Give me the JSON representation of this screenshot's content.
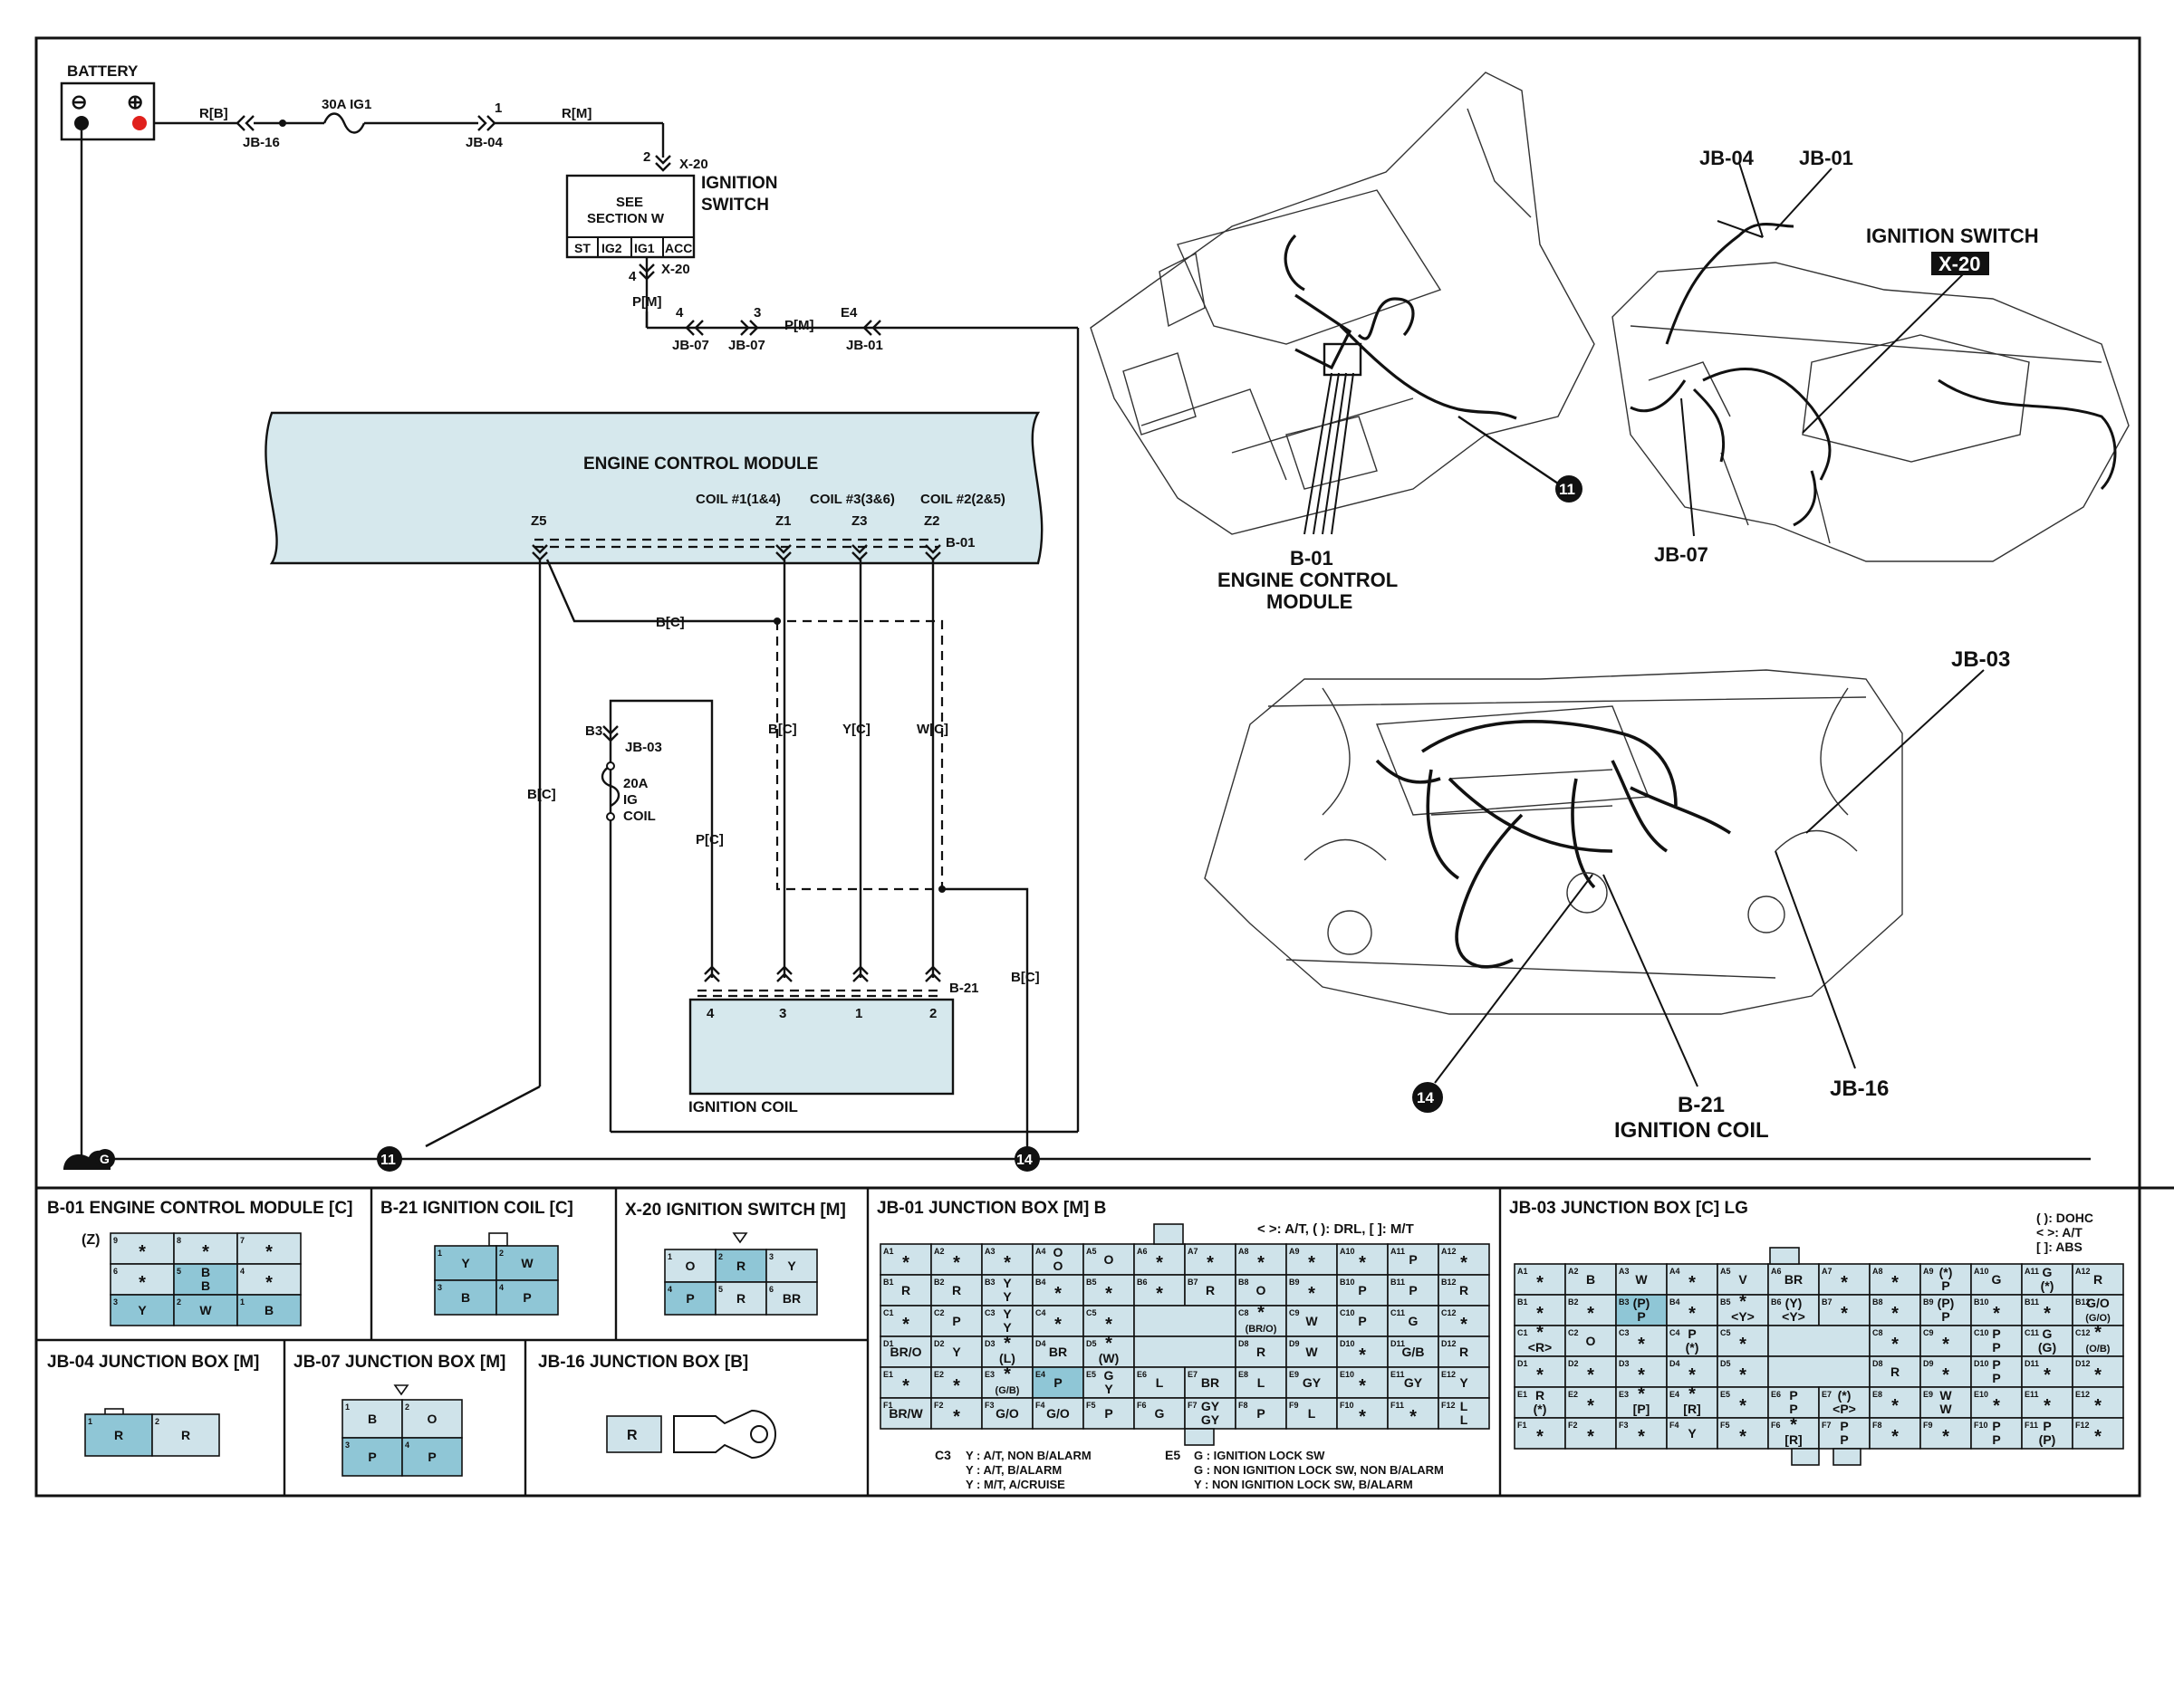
{
  "battery": {
    "title": "BATTERY",
    "neg": "⊖",
    "pos": "⊕"
  },
  "feed": {
    "w1": "R[B]",
    "jb16": "JB-16",
    "fuse": "30A IG1",
    "pin1": "1",
    "jb04": "JB-04",
    "w2": "R[M]",
    "pin2": "2",
    "x20a": "X-20",
    "ign": "IGNITION",
    "sw": "SWITCH",
    "see1": "SEE",
    "see2": "SECTION W",
    "st": "ST",
    "ig2": "IG2",
    "ig1": "IG1",
    "acc": "ACC",
    "pin4": "4",
    "x20b": "X-20",
    "w3": "P[M]",
    "p4": "4",
    "jb07a": "JB-07",
    "p3": "3",
    "jb07b": "JB-07",
    "w4": "P[M]",
    "e4": "E4",
    "jb01": "JB-01"
  },
  "ecm": {
    "title": "ENGINE CONTROL MODULE",
    "coil1": "COIL #1(1&4)",
    "coil3": "COIL #3(3&6)",
    "coil2": "COIL #2(2&5)",
    "z5": "Z5",
    "z1": "Z1",
    "z3": "Z3",
    "z2": "Z2",
    "b01": "B-01"
  },
  "wires": {
    "bc1": "B[C]",
    "bc2": "B[C]",
    "bc3": "B[C]",
    "yc": "Y[C]",
    "wc": "W[C]",
    "pc": "P[C]",
    "bc4": "B[C]",
    "b3": "B3",
    "jb03": "JB-03",
    "fuse2a": "20A",
    "fuse2b": "IG",
    "fuse2c": "COIL",
    "b21": "B-21"
  },
  "coil": {
    "title": "IGNITION COIL",
    "p4": "4",
    "p3": "3",
    "p1": "1",
    "p2": "2"
  },
  "ground": {
    "g": "G",
    "n11": "11",
    "n14": "14"
  },
  "locator": {
    "b01a": "B-01",
    "b01b": "ENGINE CONTROL",
    "b01c": "MODULE",
    "c11": "11",
    "jb04": "JB-04",
    "jb01": "JB-01",
    "ign": "IGNITION SWITCH",
    "x20": "X-20",
    "jb07": "JB-07",
    "jb03": "JB-03",
    "c14": "14",
    "b21a": "B-21",
    "b21b": "IGNITION COIL",
    "jb16": "JB-16"
  },
  "panels": {
    "b01": {
      "title": "B-01 ENGINE CONTROL MODULE [C]",
      "z": "(Z)",
      "cells": [
        [
          "9",
          "*"
        ],
        [
          "8",
          "*"
        ],
        [
          "7",
          "*"
        ],
        [
          "6",
          "*"
        ],
        [
          "5",
          "B\nB"
        ],
        [
          "4",
          "*"
        ],
        [
          "3",
          "Y"
        ],
        [
          "2",
          "W"
        ],
        [
          "1",
          "B"
        ]
      ]
    },
    "b21": {
      "title": "B-21 IGNITION COIL [C]",
      "cells": [
        [
          "1",
          "Y"
        ],
        [
          "2",
          "W"
        ],
        [
          "3",
          "B"
        ],
        [
          "4",
          "P"
        ]
      ]
    },
    "x20": {
      "title": "X-20 IGNITION SWITCH [M]",
      "cells": [
        [
          "1",
          "O"
        ],
        [
          "2",
          "R"
        ],
        [
          "3",
          "Y"
        ],
        [
          "4",
          "P"
        ],
        [
          "5",
          "R"
        ],
        [
          "6",
          "BR"
        ]
      ]
    },
    "jb01": {
      "title": "JB-01 JUNCTION BOX [M] B",
      "legend": "< >: A/T, ( ): DRL, [ ]: M/T",
      "c3a": "C3",
      "c3b": "Y : A/T, NON B/ALARM",
      "c3c": "Y : A/T, B/ALARM",
      "c3d": "Y : M/T, A/CRUISE",
      "e5a": "E5",
      "e5b": "G : IGNITION LOCK SW",
      "e5c": "G : NON IGNITION LOCK SW, NON B/ALARM",
      "e5d": "Y : NON IGNITION LOCK SW, B/ALARM"
    },
    "jb03": {
      "title": "JB-03 JUNCTION BOX [C] LG",
      "l1": "( ): DOHC",
      "l2": "< >: A/T",
      "l3": "[ ]: ABS"
    },
    "jb04": {
      "title": "JB-04 JUNCTION BOX [M]",
      "cells": [
        [
          "1",
          "R"
        ],
        [
          "2",
          "R"
        ]
      ]
    },
    "jb07": {
      "title": "JB-07 JUNCTION BOX [M]",
      "cells": [
        [
          "1",
          "B"
        ],
        [
          "2",
          "O"
        ],
        [
          "3",
          "P"
        ],
        [
          "4",
          "P"
        ]
      ]
    },
    "jb16": {
      "title": "JB-16 JUNCTION BOX [B]",
      "cell": "R"
    }
  },
  "grids": {
    "jb01": [
      [
        [
          "A1",
          "*"
        ],
        [
          "A2",
          "*"
        ],
        [
          "A3",
          "*"
        ],
        [
          "A4",
          "O\nO"
        ],
        [
          "A5",
          "O"
        ],
        [
          "A6",
          "*"
        ],
        [
          "A7",
          "*"
        ],
        [
          "A8",
          "*"
        ],
        [
          "A9",
          "*"
        ],
        [
          "A10",
          "*"
        ],
        [
          "A11",
          "P"
        ],
        [
          "A12",
          "*"
        ]
      ],
      [
        [
          "B1",
          "R"
        ],
        [
          "B2",
          "R"
        ],
        [
          "B3",
          "Y\nY"
        ],
        [
          "B4",
          "*"
        ],
        [
          "B5",
          "*"
        ],
        [
          "B6",
          "*"
        ],
        [
          "B7",
          "R"
        ],
        [
          "B8",
          "O"
        ],
        [
          "B9",
          "*"
        ],
        [
          "B10",
          "P"
        ],
        [
          "B11",
          "P"
        ],
        [
          "B12",
          "R"
        ]
      ],
      [
        [
          "C1",
          "*"
        ],
        [
          "C2",
          "P"
        ],
        [
          "C3",
          "Y\nY"
        ],
        [
          "C4",
          "*"
        ],
        [
          "C5",
          "*"
        ],
        [
          "",
          ""
        ],
        [
          "",
          ""
        ],
        [
          "C8",
          "*\n(BR/O)"
        ],
        [
          "C9",
          "W"
        ],
        [
          "C10",
          "P"
        ],
        [
          "C11",
          "G"
        ],
        [
          "C12",
          "*"
        ]
      ],
      [
        [
          "D1",
          "BR/O"
        ],
        [
          "D2",
          "Y"
        ],
        [
          "D3",
          "*\n(L)"
        ],
        [
          "D4",
          "BR"
        ],
        [
          "D5",
          "*\n(W)"
        ],
        [
          "",
          ""
        ],
        [
          "",
          ""
        ],
        [
          "D8",
          "R"
        ],
        [
          "D9",
          "W"
        ],
        [
          "D10",
          "*"
        ],
        [
          "D11",
          "G/B"
        ],
        [
          "D12",
          "R"
        ]
      ],
      [
        [
          "E1",
          "*"
        ],
        [
          "E2",
          "*"
        ],
        [
          "E3",
          "*\n(G/B)"
        ],
        [
          "E4",
          "P"
        ],
        [
          "E5",
          "G\nY"
        ],
        [
          "E6",
          "L"
        ],
        [
          "E7",
          "BR"
        ],
        [
          "E8",
          "L"
        ],
        [
          "E9",
          "GY"
        ],
        [
          "E10",
          "*"
        ],
        [
          "E11",
          "GY"
        ],
        [
          "E12",
          "Y"
        ]
      ],
      [
        [
          "F1",
          "BR/W"
        ],
        [
          "F2",
          "*"
        ],
        [
          "F3",
          "G/O"
        ],
        [
          "F4",
          "G/O"
        ],
        [
          "F5",
          "P"
        ],
        [
          "F6",
          "G"
        ],
        [
          "F7",
          "GY\nGY"
        ],
        [
          "F8",
          "P"
        ],
        [
          "F9",
          "L"
        ],
        [
          "F10",
          "*"
        ],
        [
          "F11",
          "*"
        ],
        [
          "F12",
          "L\nL"
        ]
      ]
    ],
    "jb03": [
      [
        [
          "A1",
          "*"
        ],
        [
          "A2",
          "B"
        ],
        [
          "A3",
          "W"
        ],
        [
          "A4",
          "*"
        ],
        [
          "A5",
          "V"
        ],
        [
          "A6",
          "BR"
        ],
        [
          "A7",
          "*"
        ],
        [
          "A8",
          "*"
        ],
        [
          "A9",
          "(*)\nP"
        ],
        [
          "A10",
          "G"
        ],
        [
          "A11",
          "G\n(*)"
        ],
        [
          "A12",
          "R"
        ]
      ],
      [
        [
          "B1",
          "*"
        ],
        [
          "B2",
          "*"
        ],
        [
          "B3",
          "(P)\nP"
        ],
        [
          "B4",
          "*"
        ],
        [
          "B5",
          "*\n<Y>"
        ],
        [
          "B6",
          "(Y)\n<Y>"
        ],
        [
          "B7",
          "*"
        ],
        [
          "B8",
          "*"
        ],
        [
          "B9",
          "(P)\nP"
        ],
        [
          "B10",
          "*"
        ],
        [
          "B11",
          "*"
        ],
        [
          "B12",
          "G/O\n(G/O)"
        ]
      ],
      [
        [
          "C1",
          "*\n<R>"
        ],
        [
          "C2",
          "O"
        ],
        [
          "C3",
          "*"
        ],
        [
          "C4",
          "P\n(*)"
        ],
        [
          "C5",
          "*"
        ],
        [
          "",
          ""
        ],
        [
          "",
          ""
        ],
        [
          "C8",
          "*"
        ],
        [
          "C9",
          "*"
        ],
        [
          "C10",
          "P\nP"
        ],
        [
          "C11",
          "G\n(G)"
        ],
        [
          "C12",
          "*\n(O/B)"
        ]
      ],
      [
        [
          "D1",
          "*"
        ],
        [
          "D2",
          "*"
        ],
        [
          "D3",
          "*"
        ],
        [
          "D4",
          "*"
        ],
        [
          "D5",
          "*"
        ],
        [
          "",
          ""
        ],
        [
          "",
          ""
        ],
        [
          "D8",
          "R"
        ],
        [
          "D9",
          "*"
        ],
        [
          "D10",
          "P\nP"
        ],
        [
          "D11",
          "*"
        ],
        [
          "D12",
          "*"
        ]
      ],
      [
        [
          "E1",
          "R\n(*)"
        ],
        [
          "E2",
          "*"
        ],
        [
          "E3",
          "*\n[P]"
        ],
        [
          "E4",
          "*\n[R]"
        ],
        [
          "E5",
          "*"
        ],
        [
          "E6",
          "P\nP"
        ],
        [
          "E7",
          "(*)\n<P>"
        ],
        [
          "E8",
          "*"
        ],
        [
          "E9",
          "W\nW"
        ],
        [
          "E10",
          "*"
        ],
        [
          "E11",
          "*"
        ],
        [
          "E12",
          "*"
        ]
      ],
      [
        [
          "F1",
          "*"
        ],
        [
          "F2",
          "*"
        ],
        [
          "F3",
          "*"
        ],
        [
          "F4",
          "Y"
        ],
        [
          "F5",
          "*"
        ],
        [
          "F6",
          "*\n[R]"
        ],
        [
          "F7",
          "P\nP"
        ],
        [
          "F8",
          "*"
        ],
        [
          "F9",
          "*"
        ],
        [
          "F10",
          "P\nP"
        ],
        [
          "F11",
          "P\n(P)"
        ],
        [
          "F12",
          "*"
        ]
      ]
    ]
  }
}
